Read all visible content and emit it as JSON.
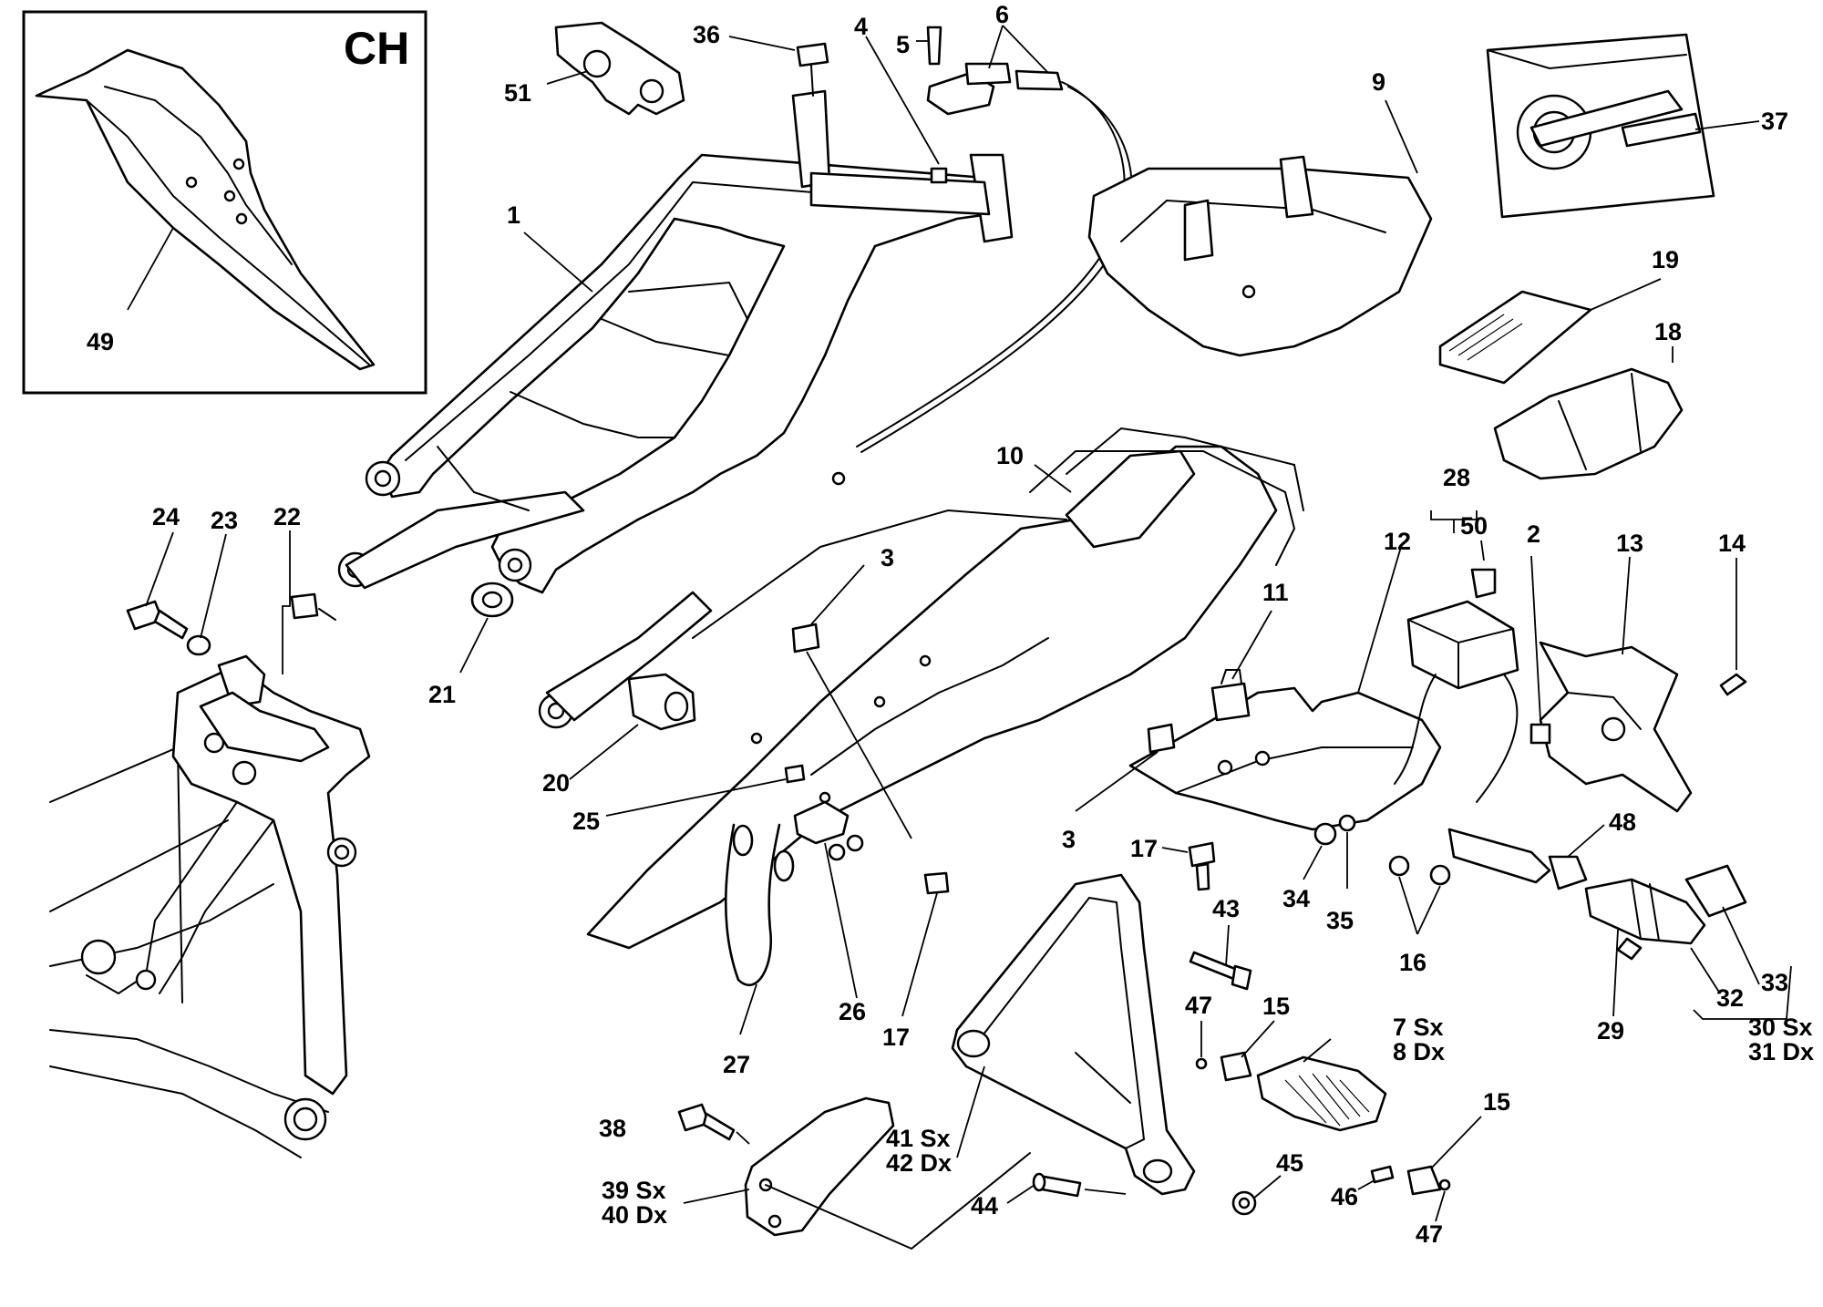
{
  "inset": {
    "label": "CH",
    "part_49": "49"
  },
  "labels": {
    "p1": "1",
    "p2": "2",
    "p3a": "3",
    "p3b": "3",
    "p4": "4",
    "p5": "5",
    "p6": "6",
    "p7": "7 Sx",
    "p8": "8 Dx",
    "p9": "9",
    "p10": "10",
    "p11": "11",
    "p12": "12",
    "p13": "13",
    "p14": "14",
    "p15a": "15",
    "p15b": "15",
    "p16": "16",
    "p17a": "17",
    "p17b": "17",
    "p18": "18",
    "p19": "19",
    "p20": "20",
    "p21": "21",
    "p22": "22",
    "p23": "23",
    "p24": "24",
    "p25": "25",
    "p26": "26",
    "p27": "27",
    "p28": "28",
    "p29": "29",
    "p30": "30 Sx",
    "p31": "31 Dx",
    "p32": "32",
    "p33": "33",
    "p34": "34",
    "p35": "35",
    "p36": "36",
    "p37": "37",
    "p38": "38",
    "p39": "39 Sx",
    "p40": "40 Dx",
    "p41": "41 Sx",
    "p42": "42 Dx",
    "p43": "43",
    "p44": "44",
    "p45": "45",
    "p46": "46",
    "p47a": "47",
    "p47b": "47",
    "p48": "48",
    "p50": "50",
    "p51": "51"
  }
}
